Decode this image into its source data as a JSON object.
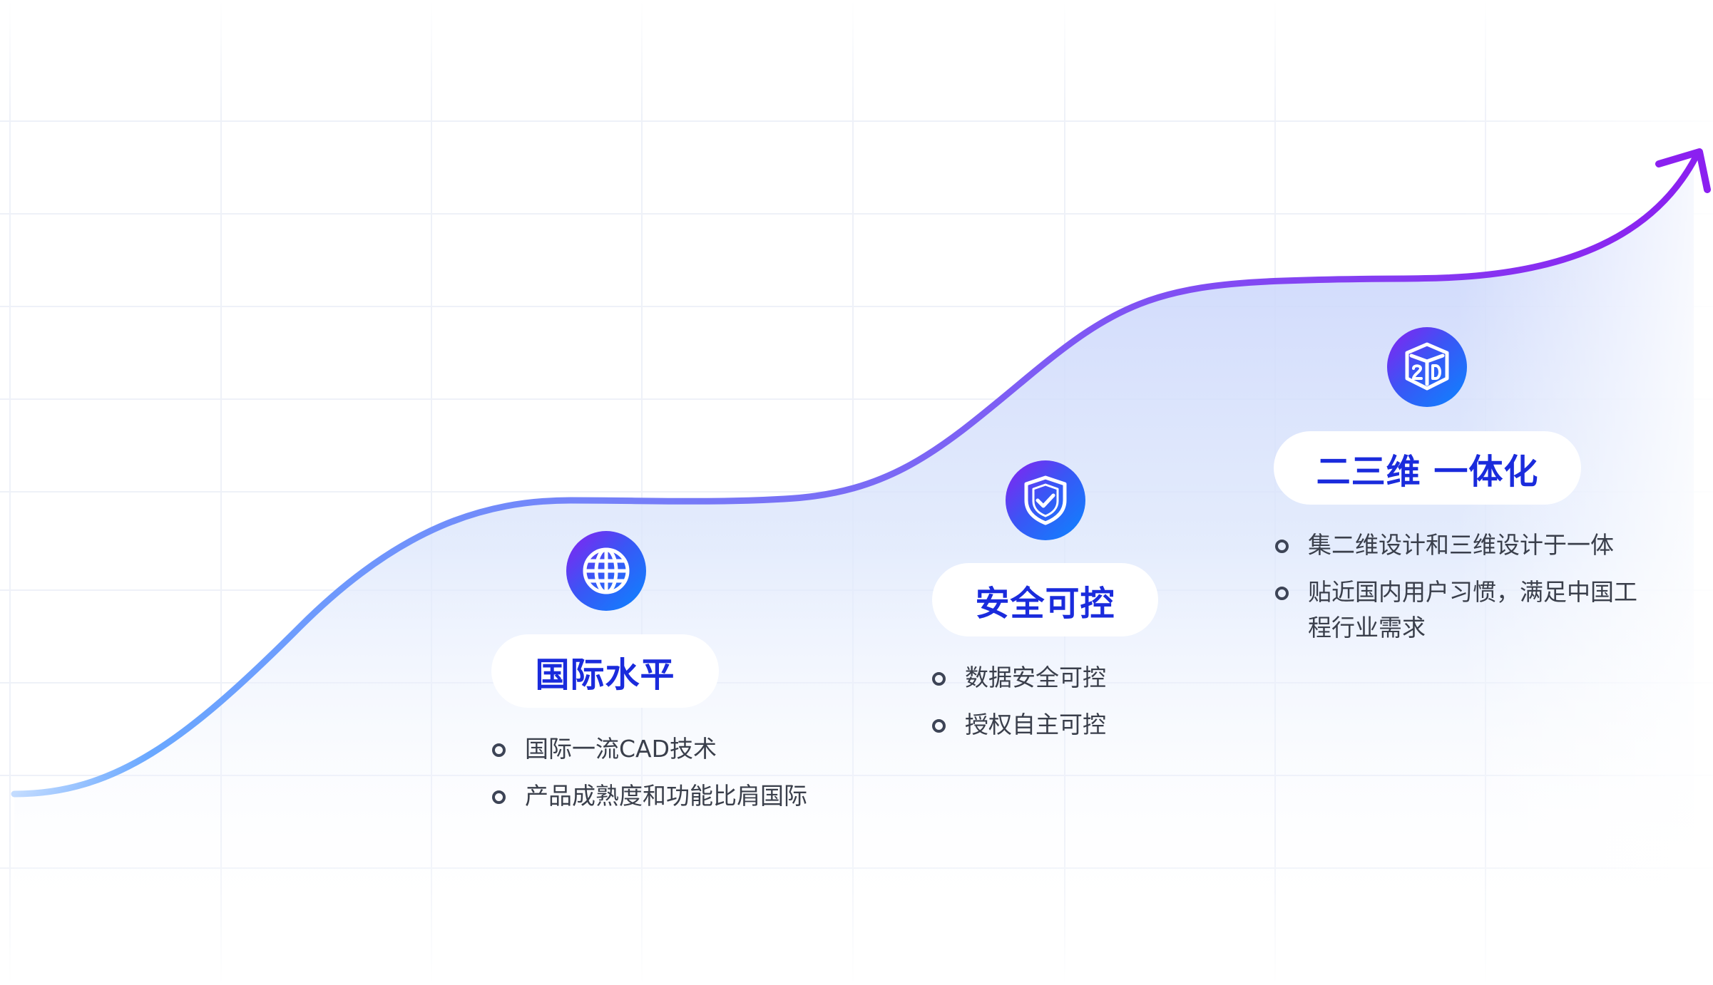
{
  "colors": {
    "curve_start": "#6aa8ff",
    "curve_end": "#8b20f0",
    "title": "#1a2bdc",
    "text": "#3a3f4b"
  },
  "stages": [
    {
      "icon": "globe-icon",
      "title": "国际水平",
      "bullets": [
        "国际一流CAD技术",
        "产品成熟度和功能比肩国际"
      ]
    },
    {
      "icon": "shield-check-icon",
      "title": "安全可控",
      "bullets": [
        "数据安全可控",
        "授权自主可控"
      ]
    },
    {
      "icon": "cube-2d-icon",
      "title": "二三维 一体化",
      "bullets": [
        "集二维设计和三维设计于一体",
        "贴近国内用户习惯，满足中国工程行业需求"
      ]
    }
  ]
}
